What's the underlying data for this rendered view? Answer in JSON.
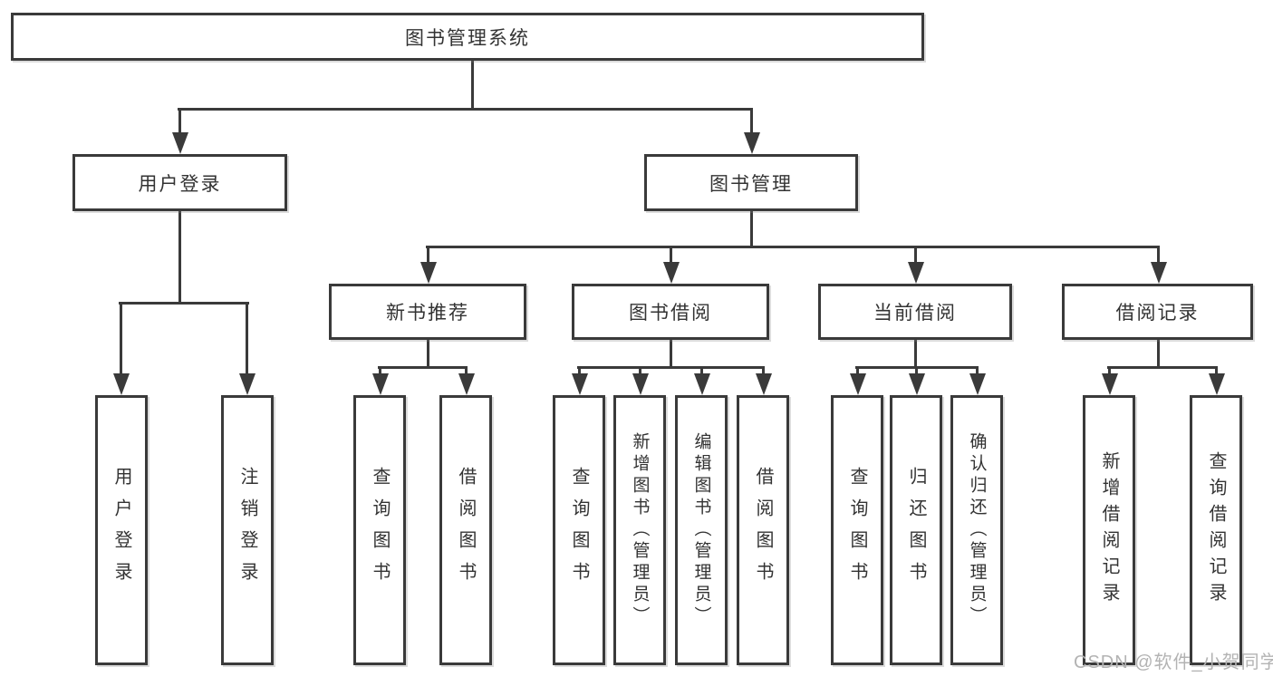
{
  "colors": {
    "line": "#3a3a3a",
    "text": "#333333",
    "watermark": "#b3b3b3",
    "background": "#ffffff"
  },
  "watermark": {
    "text": "CSDN @软件_小贺同学"
  },
  "diagram": {
    "root": {
      "label": "图书管理系统"
    },
    "level2": [
      {
        "label": "用户登录"
      },
      {
        "label": "图书管理"
      }
    ],
    "level3": [
      {
        "label": "新书推荐"
      },
      {
        "label": "图书借阅"
      },
      {
        "label": "当前借阅"
      },
      {
        "label": "借阅记录"
      }
    ],
    "leaves": {
      "user_login": {
        "label": "用户登录"
      },
      "logout": {
        "label": "注销登录"
      },
      "rec_query_books": {
        "label": "查询图书"
      },
      "rec_borrow_books": {
        "label": "借阅图书"
      },
      "borrow_query_books": {
        "label": "查询图书"
      },
      "borrow_add_books": {
        "label": "新增图书（管理员）"
      },
      "borrow_edit_books": {
        "label": "编辑图书（管理员）"
      },
      "borrow_borrow_books": {
        "label": "借阅图书"
      },
      "cur_query_books": {
        "label": "查询图书"
      },
      "cur_return_books": {
        "label": "归还图书"
      },
      "cur_confirm_return": {
        "label": "确认归还（管理员）"
      },
      "records_add": {
        "label": "新增借阅记录"
      },
      "records_query": {
        "label": "查询借阅记录"
      }
    }
  }
}
